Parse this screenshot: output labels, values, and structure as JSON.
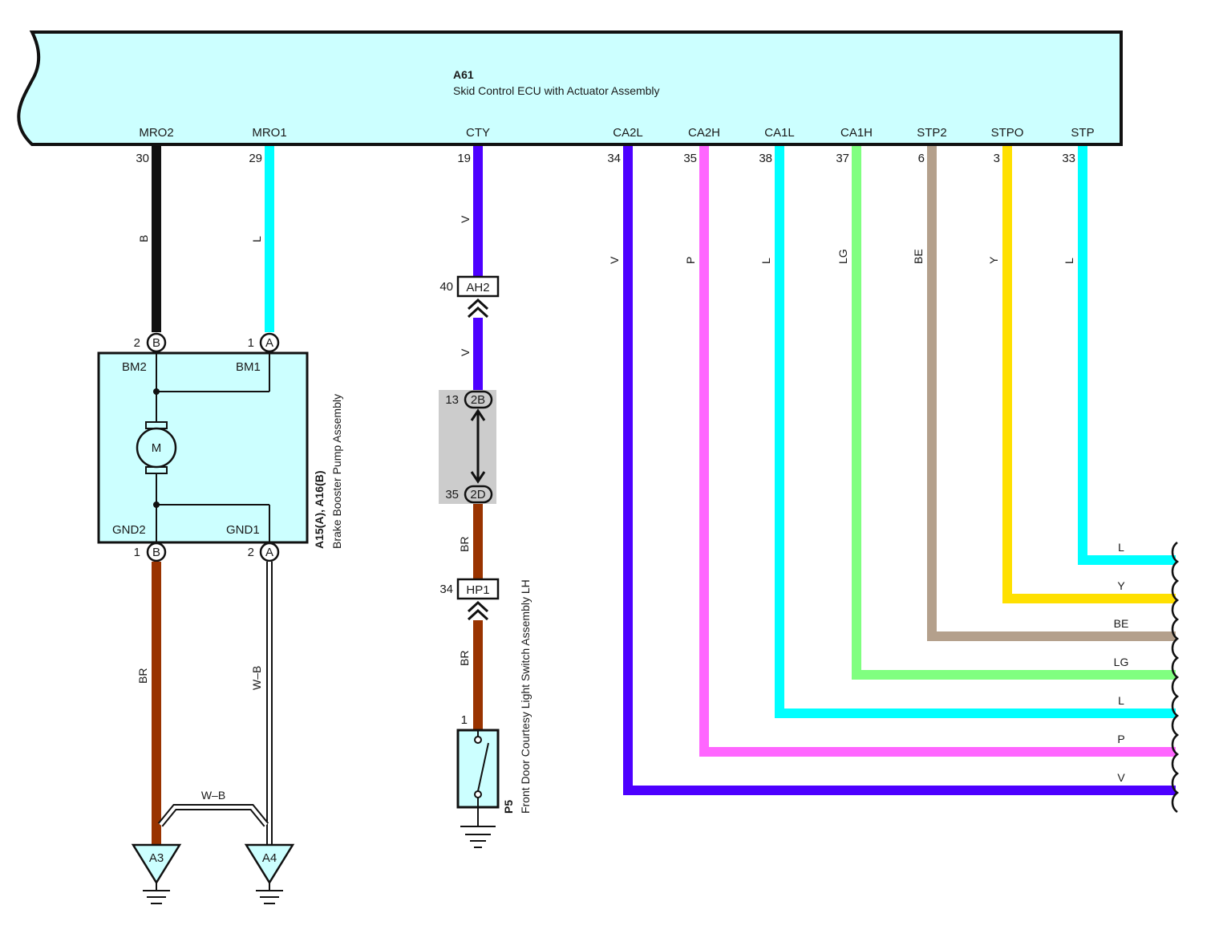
{
  "ecu": {
    "code": "A61",
    "name": "Skid Control ECU with Actuator Assembly",
    "fill": "#ccffff",
    "signals": [
      {
        "name": "MRO2",
        "pin": "30",
        "wire": "B"
      },
      {
        "name": "MRO1",
        "pin": "29",
        "wire": "L"
      },
      {
        "name": "CTY",
        "pin": "19",
        "wire": "V"
      },
      {
        "name": "CA2L",
        "pin": "34",
        "wire": "V"
      },
      {
        "name": "CA2H",
        "pin": "35",
        "wire": "P"
      },
      {
        "name": "CA1L",
        "pin": "38",
        "wire": "L"
      },
      {
        "name": "CA1H",
        "pin": "37",
        "wire": "LG"
      },
      {
        "name": "STP2",
        "pin": "6",
        "wire": "BE"
      },
      {
        "name": "STPO",
        "pin": "3",
        "wire": "Y"
      },
      {
        "name": "STP",
        "pin": "33",
        "wire": "L"
      }
    ]
  },
  "wire_colors": {
    "B": "#111111",
    "L": "#00ffff",
    "V": "#4d00ff",
    "P": "#ff66ff",
    "LG": "#80ff80",
    "BE": "#b4a08c",
    "Y": "#ffe000",
    "BR": "#993300",
    "W-B": "#ffffff"
  },
  "pump": {
    "code": "A15(A), A16(B)",
    "name": "Brake Booster Pump Assembly",
    "terminals": {
      "bm2": "BM2",
      "bm1": "BM1",
      "gnd2": "GND2",
      "gnd1": "GND1"
    },
    "top_pins": [
      {
        "num": "2",
        "conn": "B"
      },
      {
        "num": "1",
        "conn": "A"
      }
    ],
    "bottom_pins": [
      {
        "num": "1",
        "conn": "B"
      },
      {
        "num": "2",
        "conn": "A"
      }
    ],
    "motor": "M",
    "bottom_wires": {
      "left": "BR",
      "right": "W–B",
      "jumper": "W–B"
    }
  },
  "cty_circuit": {
    "conn1": {
      "pin": "40",
      "name": "AH2"
    },
    "wire_mid": "V",
    "junction_top": {
      "pin": "13",
      "name": "2B"
    },
    "junction_bottom": {
      "pin": "35",
      "name": "2D"
    },
    "wire_after_junction": "BR",
    "conn2": {
      "pin": "34",
      "name": "HP1"
    },
    "wire_after_conn2": "BR",
    "switch_pin": "1",
    "switch_code": "P5",
    "switch_name": "Front Door Courtesy Light Switch Assembly LH"
  },
  "grounds": [
    "A3",
    "A4"
  ],
  "right_wire_labels": [
    "L",
    "Y",
    "BE",
    "LG",
    "L",
    "P",
    "V"
  ]
}
